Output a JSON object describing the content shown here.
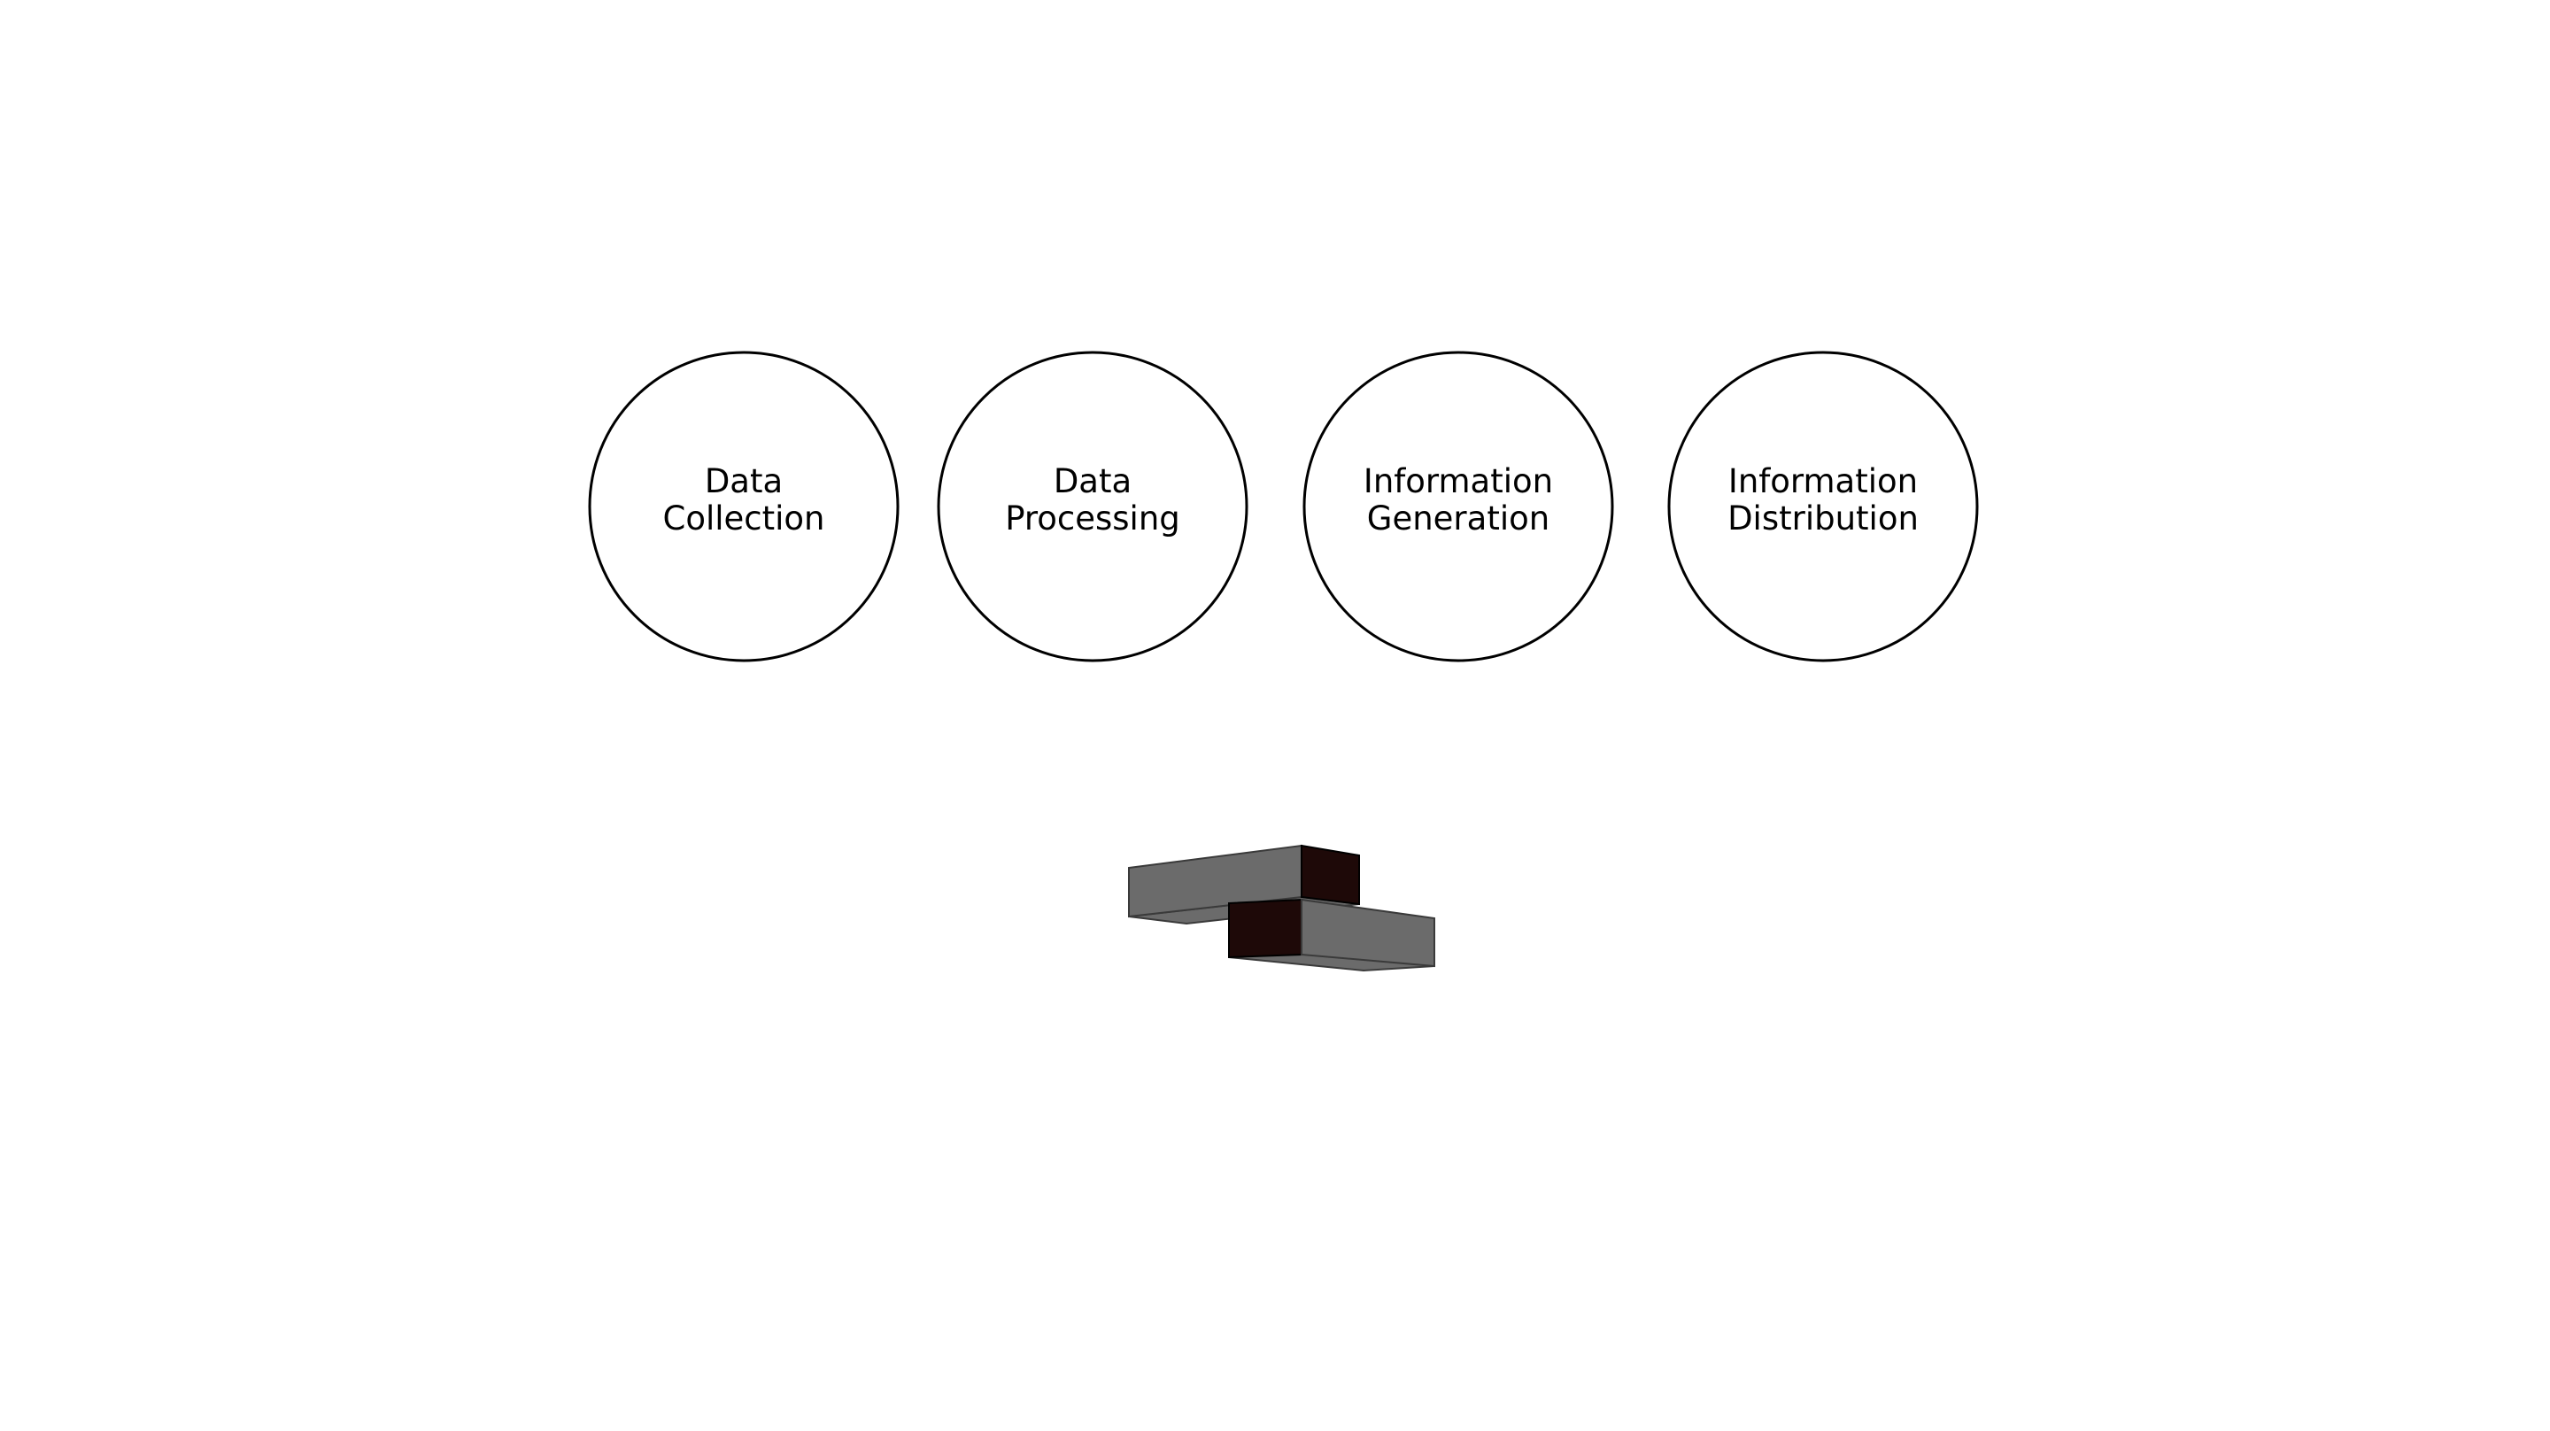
{
  "stages": [
    {
      "line1": "Data",
      "line2": "Collection"
    },
    {
      "line1": "Data",
      "line2": "Processing"
    },
    {
      "line1": "Information",
      "line2": "Generation"
    },
    {
      "line1": "Information",
      "line2": "Distribution"
    }
  ],
  "colors": {
    "background": "#ffffff",
    "circle_stroke": "#000000",
    "text": "#000000",
    "block_face": "#6b6b6b",
    "block_edge": "#1e0908",
    "block_outline": "#3a3a3a"
  },
  "decor": {
    "icon": "stacked-3d-blocks-graphic"
  }
}
